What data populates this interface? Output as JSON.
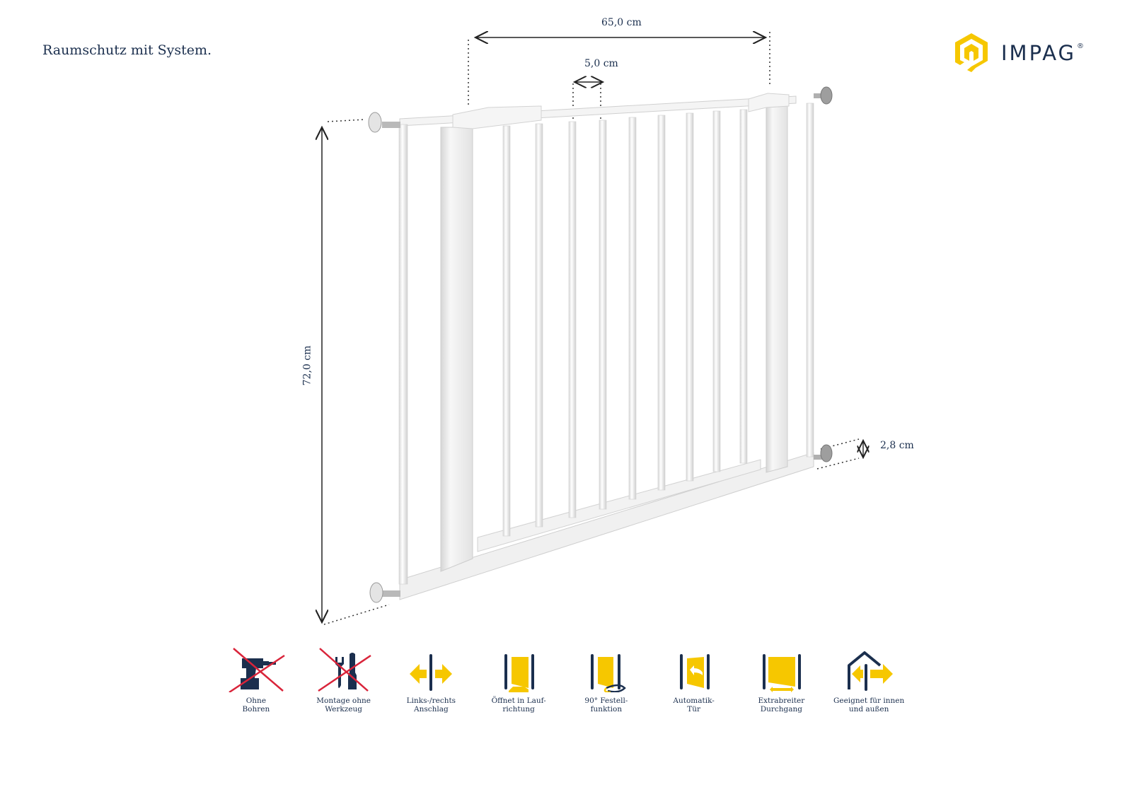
{
  "header": {
    "tagline": "Raumschutz mit System.",
    "brand": {
      "name": "IMPAG",
      "registered_mark": "®",
      "logo_icon": "hexagon-logo-icon"
    }
  },
  "colors": {
    "navy": "#1b2f4e",
    "yellow": "#f6c700",
    "red": "#d9243a",
    "gate_white": "#f2f2f2",
    "gate_shadow": "#c9c9c9"
  },
  "dimensions": {
    "width_total": "65,0 cm",
    "bar_spacing": "5,0 cm",
    "height": "72,0 cm",
    "rail_height": "2,8 cm"
  },
  "product": {
    "name": "baby-safety-gate",
    "image_icon": "safety-gate-illustration"
  },
  "features": [
    {
      "icon": "no-drill-icon",
      "line1": "Ohne",
      "line2": "Bohren"
    },
    {
      "icon": "no-tools-icon",
      "line1": "Montage ohne",
      "line2": "Werkzeug"
    },
    {
      "icon": "left-right-arrows-icon",
      "line1": "Links-/rechts",
      "line2": "Anschlag"
    },
    {
      "icon": "opens-forward-icon",
      "line1": "Öffnet in Lauf-",
      "line2": "richtung"
    },
    {
      "icon": "90-degree-hold-icon",
      "line1": "90° Festell-",
      "line2": "funktion"
    },
    {
      "icon": "auto-close-door-icon",
      "line1": "Automatik-",
      "line2": "Tür"
    },
    {
      "icon": "extra-wide-passage-icon",
      "line1": "Extrabreiter",
      "line2": "Durchgang"
    },
    {
      "icon": "indoor-outdoor-icon",
      "line1": "Geeignet für innen",
      "line2": "und außen"
    }
  ]
}
